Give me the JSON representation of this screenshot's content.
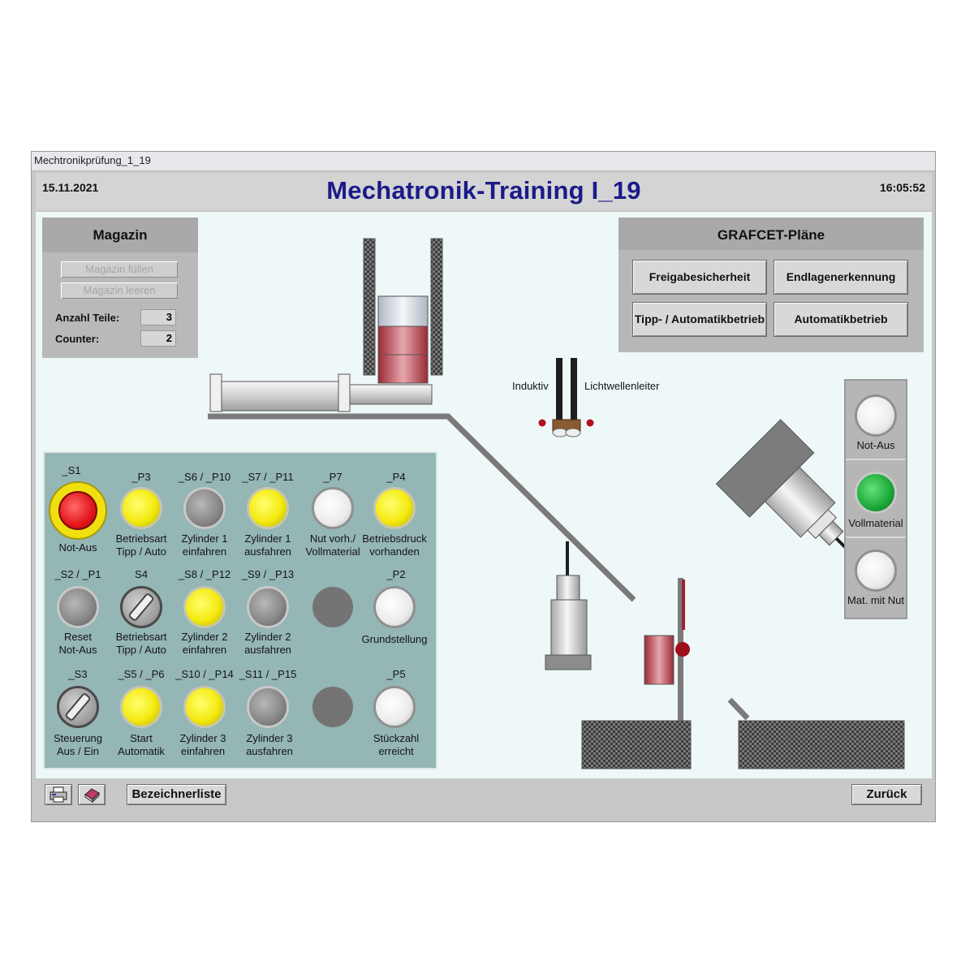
{
  "window": {
    "title": "Mechtronikprüfung_1_19"
  },
  "header": {
    "date": "15.11.2021",
    "title": "Mechatronik-Training I_19",
    "time": "16:05:52"
  },
  "magazin": {
    "title": "Magazin",
    "fill_button": "Magazin füllen",
    "empty_button": "Magazin leeren",
    "parts_label": "Anzahl Teile:",
    "parts_value": "3",
    "counter_label": "Counter:",
    "counter_value": "2"
  },
  "grafcet": {
    "title": "GRAFCET-Pläne",
    "buttons": [
      "Freigabesicherheit",
      "Endlagenerkennung",
      "Tipp- / Automatikbetrieb",
      "Automatikbetrieb"
    ]
  },
  "sensors": {
    "inductive_label": "Induktiv",
    "fiber_label": "Lichtwellenleiter"
  },
  "controls": {
    "row1": [
      {
        "code": "_S1",
        "label1": "Not-Aus",
        "label2": "",
        "type": "emergency"
      },
      {
        "code": "_P3",
        "label1": "Betriebsart",
        "label2": "Tipp / Auto",
        "type": "yellow"
      },
      {
        "code": "_S6 / _P10",
        "label1": "Zylinder 1",
        "label2": "einfahren",
        "type": "grey"
      },
      {
        "code": "_S7 / _P11",
        "label1": "Zylinder 1",
        "label2": "ausfahren",
        "type": "yellow"
      },
      {
        "code": "_P7",
        "label1": "Nut vorh./",
        "label2": "Vollmaterial",
        "type": "white"
      },
      {
        "code": "_P4",
        "label1": "Betriebsdruck",
        "label2": "vorhanden",
        "type": "yellow"
      }
    ],
    "row2": [
      {
        "code": "_S2 / _P1",
        "label1": "Reset",
        "label2": "Not-Aus",
        "type": "grey"
      },
      {
        "code": "S4",
        "label1": "Betriebsart",
        "label2": "Tipp / Auto",
        "type": "selector"
      },
      {
        "code": "_S8 / _P12",
        "label1": "Zylinder 2",
        "label2": "einfahren",
        "type": "yellow"
      },
      {
        "code": "_S9 / _P13",
        "label1": "Zylinder 2",
        "label2": "ausfahren",
        "type": "grey"
      },
      {
        "code": "",
        "label1": "",
        "label2": "",
        "type": "dark"
      },
      {
        "code": "_P2",
        "label1": "Grundstellung",
        "label2": "",
        "type": "white"
      }
    ],
    "row3": [
      {
        "code": "_S3",
        "label1": "Steuerung",
        "label2": "Aus / Ein",
        "type": "selector"
      },
      {
        "code": "_S5 / _P6",
        "label1": "Start",
        "label2": "Automatik",
        "type": "yellow"
      },
      {
        "code": "_S10 / _P14",
        "label1": "Zylinder 3",
        "label2": "einfahren",
        "type": "yellow"
      },
      {
        "code": "_S11 / _P15",
        "label1": "Zylinder 3",
        "label2": "ausfahren",
        "type": "grey"
      },
      {
        "code": "",
        "label1": "",
        "label2": "",
        "type": "dark"
      },
      {
        "code": "_P5",
        "label1": "Stückzahl",
        "label2": "erreicht",
        "type": "white"
      }
    ]
  },
  "indicators": [
    {
      "label": "Not-Aus",
      "state": "white"
    },
    {
      "label": "Vollmaterial",
      "state": "green"
    },
    {
      "label": "Mat. mit Nut",
      "state": "white"
    }
  ],
  "footer": {
    "names_button": "Bezeichnerliste",
    "back_button": "Zurück"
  },
  "colors": {
    "title_blue": "#1b1b8a",
    "canvas_bg": "#eef8f8",
    "panel_teal": "#94b6b4",
    "part_red": "#b84a56"
  }
}
